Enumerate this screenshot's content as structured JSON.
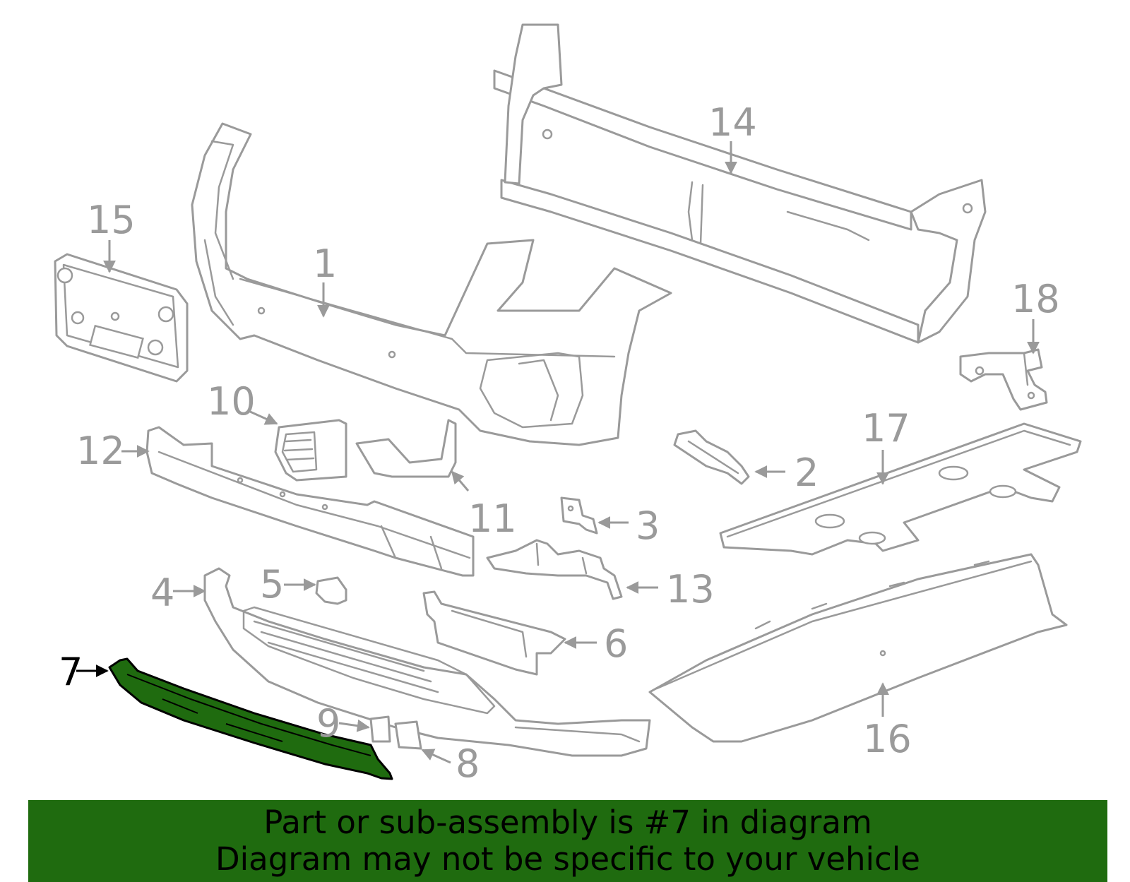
{
  "callouts": {
    "c1": "1",
    "c2": "2",
    "c3": "3",
    "c4": "4",
    "c5": "5",
    "c6": "6",
    "c7": "7",
    "c8": "8",
    "c9": "9",
    "c10": "10",
    "c11": "11",
    "c12": "12",
    "c13": "13",
    "c14": "14",
    "c15": "15",
    "c16": "16",
    "c17": "17",
    "c18": "18"
  },
  "highlighted_part": "7",
  "colors": {
    "highlight": "#1f6b0f",
    "line_art": "#9a9a9a",
    "active_callout": "#000000"
  },
  "banner": {
    "line1": "Part or sub-assembly is #7 in diagram",
    "line2": "Diagram may not be specific to your vehicle"
  }
}
